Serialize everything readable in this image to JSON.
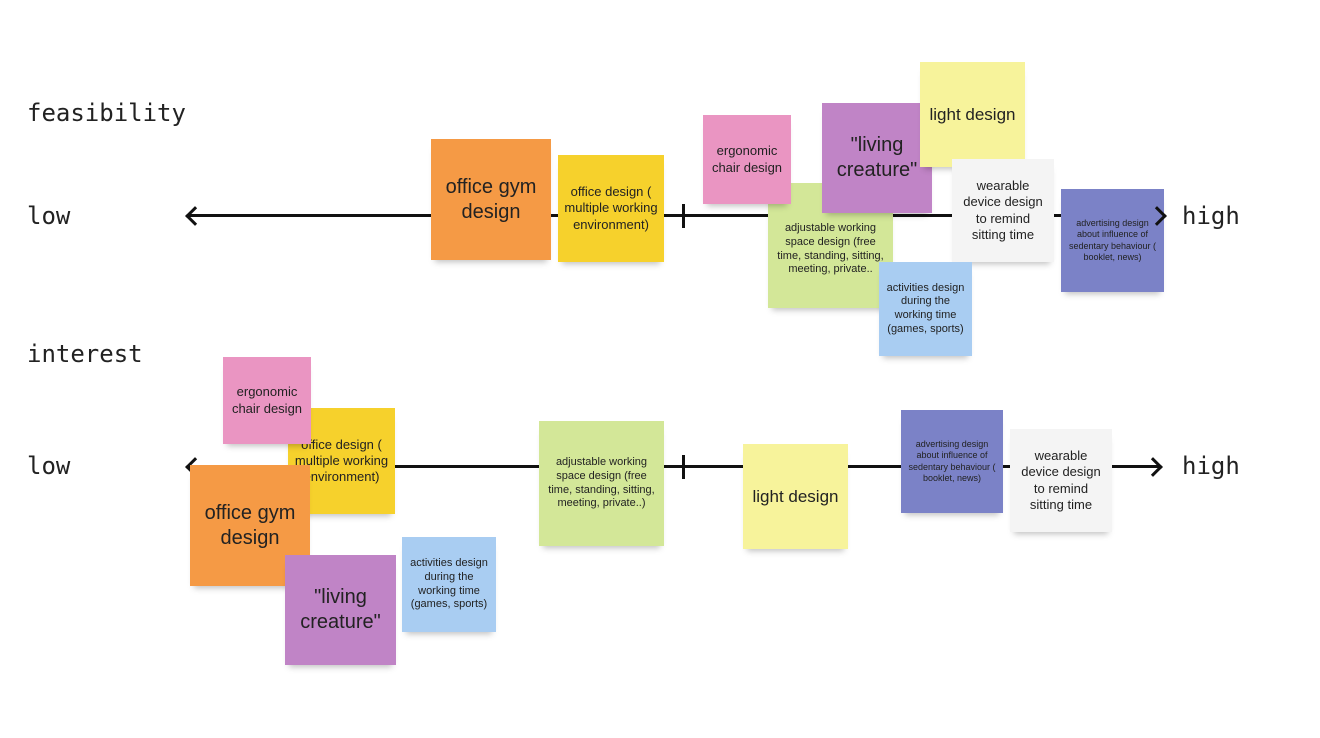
{
  "rows": {
    "feasibility": {
      "title": "feasibility",
      "low": "low",
      "high": "high"
    },
    "interest": {
      "title": "interest",
      "low": "low",
      "high": "high"
    }
  },
  "notes": {
    "feasibility": {
      "office_gym": "office gym design",
      "office_design": "office design ( multiple working environment)",
      "ergonomic_chair": "ergonomic chair design",
      "living_creature": "\"living creature\"",
      "light_design": "light design",
      "adjustable": "adjustable working space design (free time, standing, sitting, meeting, private..",
      "wearable": "wearable device design to remind sitting time",
      "advertising": "advertising design about influence of sedentary behaviour ( booklet, news)",
      "activities": "activities design during the working time (games, sports)"
    },
    "interest": {
      "ergonomic_chair": "ergonomic chair design",
      "office_design": "office design ( multiple working environment)",
      "office_gym": "office gym design",
      "living_creature": "\"living creature\"",
      "activities": "activities design during the working time (games, sports)",
      "adjustable": "adjustable working space design (free time, standing, sitting, meeting, private..)",
      "light_design": "light design",
      "advertising": "advertising design about influence of sedentary behaviour ( booklet, news)",
      "wearable": "wearable device design to remind sitting time"
    }
  },
  "colors": {
    "orange": "#f59a45",
    "yellow": "#f6d12c",
    "pink": "#ea95c2",
    "purple": "#c084c6",
    "light_yellow": "#f7f39b",
    "green": "#d3e798",
    "white": "#f4f4f4",
    "navy": "#7b82c7",
    "blue": "#a9cdf2"
  }
}
